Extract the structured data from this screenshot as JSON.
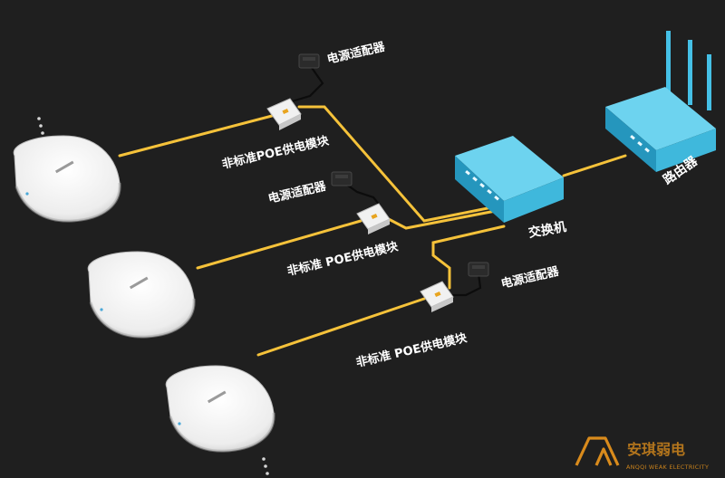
{
  "labels": {
    "power_adapter": "电源适配器",
    "poe_module_1": "非标准POE供电模块",
    "poe_module_2": "非标准 POE供电模块",
    "poe_module_3": "非标准 POE供电模块",
    "switch": "交换机",
    "router": "路由器"
  },
  "watermark": {
    "cn": "安琪弱电",
    "en": "ANQQI WEAK ELECTRICITY"
  },
  "colors": {
    "background": "#1f1f1f",
    "cable": "#f5c23a",
    "device_cyan": "#3fb8dc",
    "device_top": "#6dd3ef",
    "device_side": "#2596bd",
    "ap_white": "#f4f4f4",
    "watermark": "#d98b1c"
  }
}
